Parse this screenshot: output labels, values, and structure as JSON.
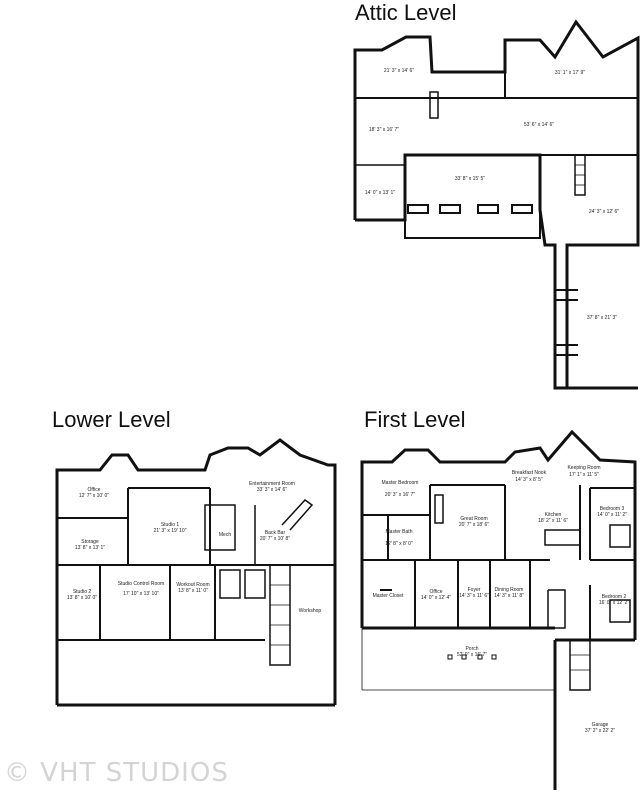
{
  "levels": {
    "attic": {
      "title": "Attic Level",
      "rooms": [
        {
          "name": "",
          "dims": "21' 3\" x 14' 6\""
        },
        {
          "name": "",
          "dims": "31' 1\" x 17' 9\""
        },
        {
          "name": "",
          "dims": "18' 3\" x 16' 7\""
        },
        {
          "name": "",
          "dims": "53' 6\" x 14' 6\""
        },
        {
          "name": "",
          "dims": "14' 0\" x 13' 1\""
        },
        {
          "name": "",
          "dims": "33' 8\" x 15' 5\""
        },
        {
          "name": "",
          "dims": "24' 3\" x 12' 6\""
        },
        {
          "name": "",
          "dims": "37' 8\" x 21' 3\""
        }
      ]
    },
    "lower": {
      "title": "Lower Level",
      "rooms": [
        {
          "name": "Office",
          "dims": "12' 7\" x 10' 0\""
        },
        {
          "name": "Entertainment Room",
          "dims": "33' 3\" x 14' 6\""
        },
        {
          "name": "Studio 1",
          "dims": "21' 3\" x 19' 10\""
        },
        {
          "name": "Mech",
          "dims": ""
        },
        {
          "name": "Storage",
          "dims": "13' 8\" x 13' 1\""
        },
        {
          "name": "Back Bar",
          "dims": "20' 7\" x 10' 8\""
        },
        {
          "name": "Studio 2",
          "dims": "13' 8\" x 10' 0\""
        },
        {
          "name": "Studio Control Room",
          "dims": "17' 10\" x 13' 10\""
        },
        {
          "name": "Workout Room",
          "dims": "13' 8\" x 11' 0\""
        },
        {
          "name": "Workshop",
          "dims": ""
        }
      ]
    },
    "first": {
      "title": "First Level",
      "rooms": [
        {
          "name": "Master Bedroom",
          "dims": "20' 3\" x 16' 7\""
        },
        {
          "name": "Breakfast Nook",
          "dims": "14' 3\" x 8' 5\""
        },
        {
          "name": "Keeping Room",
          "dims": "17' 1\" x 11' 5\""
        },
        {
          "name": "Great Room",
          "dims": "20' 7\" x 18' 6\""
        },
        {
          "name": "Kitchen",
          "dims": "18' 2\" x 11' 6\""
        },
        {
          "name": "Bedroom 3",
          "dims": "14' 0\" x 11' 2\""
        },
        {
          "name": "Master Bath",
          "dims": "12' 8\" x 8' 0\""
        },
        {
          "name": "Master Closet",
          "dims": ""
        },
        {
          "name": "Office",
          "dims": "14' 0\" x 12' 4\""
        },
        {
          "name": "Foyer",
          "dims": "14' 3\" x 11' 6\""
        },
        {
          "name": "Dining Room",
          "dims": "14' 3\" x 11' 8\""
        },
        {
          "name": "Bedroom 2",
          "dims": "16' 0\" x 12' 2\""
        },
        {
          "name": "Porch",
          "dims": "52' 0\" x 16' 7\""
        },
        {
          "name": "Garage",
          "dims": "37' 2\" x 22' 2\""
        }
      ]
    }
  },
  "watermark": "© VHT STUDIOS",
  "colors": {
    "wall": "#111111",
    "background": "#ffffff",
    "watermark": "#d4d4d4"
  }
}
